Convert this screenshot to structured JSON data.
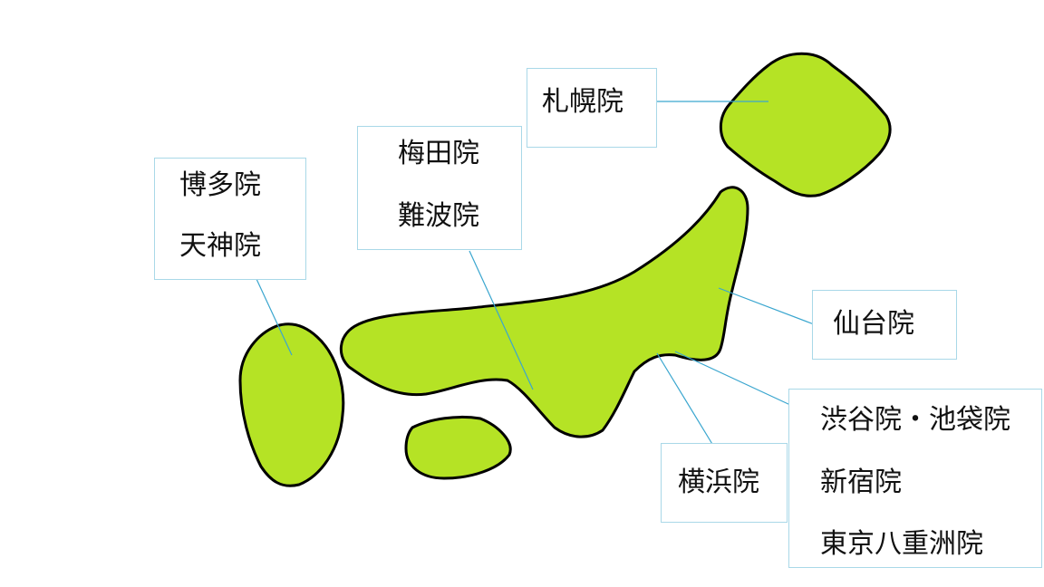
{
  "colors": {
    "land": "#b5e325",
    "outline": "#000000",
    "leader": "#3aa6cf",
    "box_border": "#a9d8e8"
  },
  "labels": {
    "sapporo": [
      "札幌院"
    ],
    "osaka": [
      "梅田院",
      "難波院"
    ],
    "fukuoka": [
      "博多院",
      "天神院"
    ],
    "sendai": [
      "仙台院"
    ],
    "tokyo": [
      "渋谷院・池袋院",
      "新宿院",
      "東京八重洲院"
    ],
    "yokohama": [
      "横浜院"
    ]
  }
}
